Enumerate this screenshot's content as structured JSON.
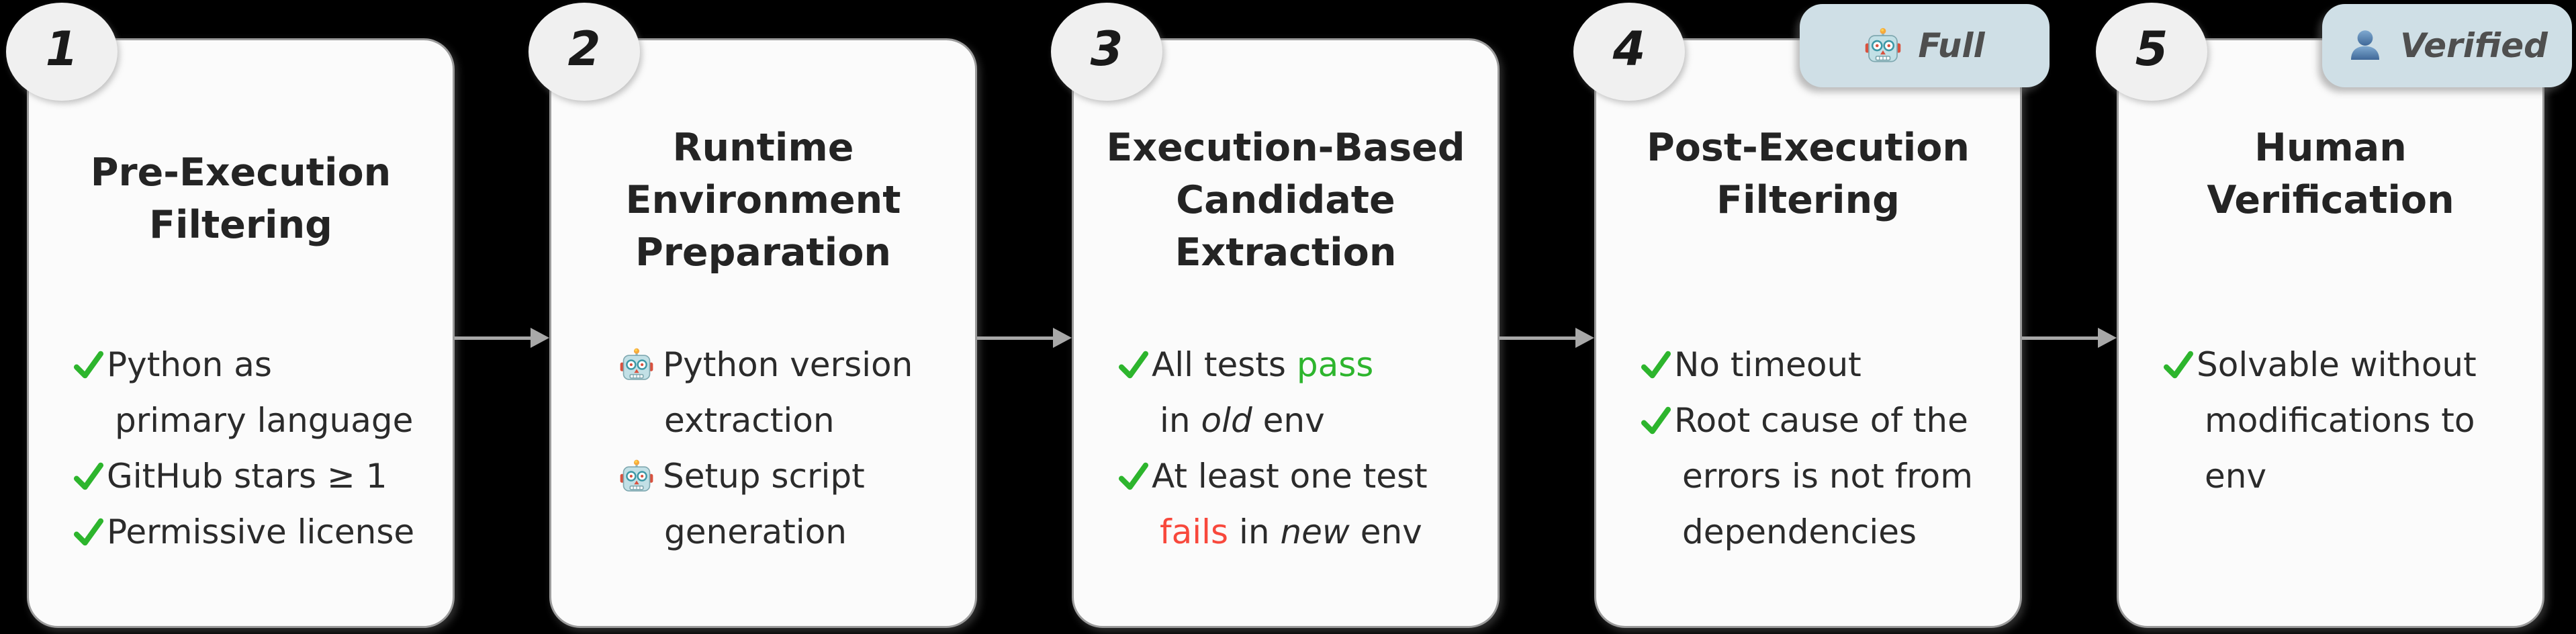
{
  "colors": {
    "background": "#000000",
    "card_bg": "#fbfbfb",
    "card_border": "#9b9b9b",
    "circle_bg": "#f0f0f0",
    "text": "#2b2b2b",
    "title": "#242424",
    "green": "#2db52d",
    "red": "#f8483c",
    "arrow": "#a8a8a8",
    "badge_bg": "#cfdfe6",
    "badge_text": "#4f4f4f",
    "number": "#1a1a1a"
  },
  "steps": [
    {
      "number": "1",
      "title_lines": [
        "Pre-Execution",
        "Filtering"
      ],
      "badge": null,
      "list_style": "check",
      "items": [
        {
          "icon": "check-icon",
          "lines": [
            [
              {
                "t": "Python as"
              }
            ],
            [
              {
                "t": "primary language"
              }
            ]
          ]
        },
        {
          "icon": "check-icon",
          "lines": [
            [
              {
                "t": "GitHub stars ≥ 1"
              }
            ]
          ]
        },
        {
          "icon": "check-icon",
          "lines": [
            [
              {
                "t": "Permissive license"
              }
            ]
          ]
        }
      ]
    },
    {
      "number": "2",
      "title_lines": [
        "Runtime",
        "Environment",
        "Preparation"
      ],
      "badge": null,
      "list_style": "robot",
      "items": [
        {
          "icon": "robot-icon",
          "lines": [
            [
              {
                "t": "Python version"
              }
            ],
            [
              {
                "t": "extraction"
              }
            ]
          ]
        },
        {
          "icon": "robot-icon",
          "lines": [
            [
              {
                "t": "Setup script"
              }
            ],
            [
              {
                "t": "generation"
              }
            ]
          ]
        }
      ]
    },
    {
      "number": "3",
      "title_lines": [
        "Execution-Based",
        "Candidate",
        "Extraction"
      ],
      "badge": null,
      "list_style": "check",
      "items": [
        {
          "icon": "check-icon",
          "lines": [
            [
              {
                "t": "All tests "
              },
              {
                "t": "pass",
                "c": "green"
              }
            ],
            [
              {
                "t": "in "
              },
              {
                "t": "old",
                "i": true
              },
              {
                "t": " env"
              }
            ]
          ]
        },
        {
          "icon": "check-icon",
          "lines": [
            [
              {
                "t": "At least one test"
              }
            ],
            [
              {
                "t": "fails",
                "c": "red"
              },
              {
                "t": " in "
              },
              {
                "t": "new",
                "i": true
              },
              {
                "t": " env"
              }
            ]
          ]
        }
      ]
    },
    {
      "number": "4",
      "title_lines": [
        "Post-Execution",
        "Filtering"
      ],
      "badge": {
        "icon": "robot-icon",
        "label": "Full"
      },
      "list_style": "check",
      "items": [
        {
          "icon": "check-icon",
          "lines": [
            [
              {
                "t": "No timeout"
              }
            ]
          ]
        },
        {
          "icon": "check-icon",
          "lines": [
            [
              {
                "t": "Root cause of the"
              }
            ],
            [
              {
                "t": "errors is not from"
              }
            ],
            [
              {
                "t": "dependencies"
              }
            ]
          ]
        }
      ]
    },
    {
      "number": "5",
      "title_lines": [
        "Human",
        "Verification"
      ],
      "badge": {
        "icon": "person-icon",
        "label": "Verified"
      },
      "list_style": "check",
      "items": [
        {
          "icon": "check-icon",
          "lines": [
            [
              {
                "t": "Solvable without"
              }
            ],
            [
              {
                "t": "modifications to"
              }
            ],
            [
              {
                "t": "env"
              }
            ]
          ]
        }
      ]
    }
  ]
}
